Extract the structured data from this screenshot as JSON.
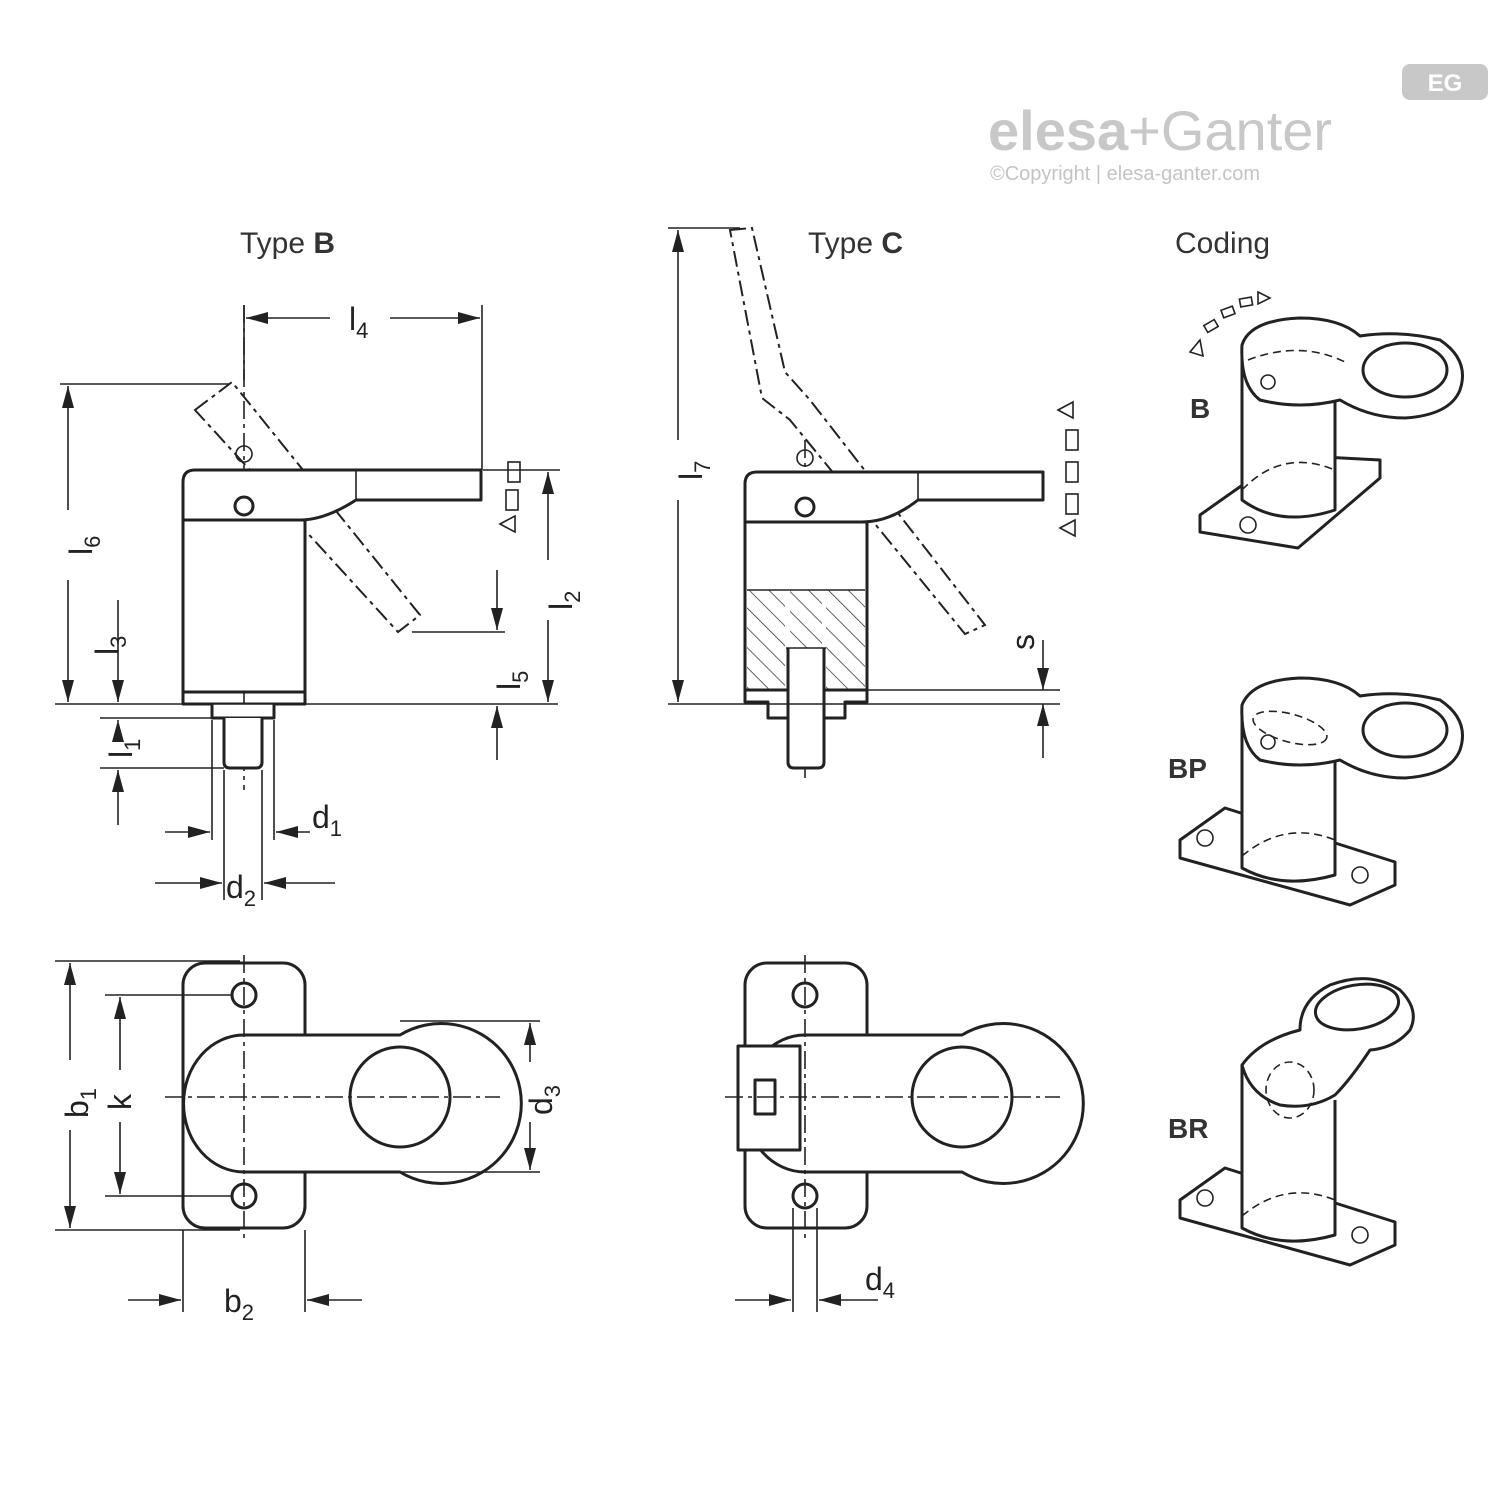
{
  "logo": {
    "brand_left": "elesa",
    "brand_plus": "+",
    "brand_right": "Ganter",
    "copyright": "©Copyright | elesa-ganter.com",
    "badge": "EG"
  },
  "headings": {
    "type_b_prefix": "Type ",
    "type_b_letter": "B",
    "type_c_prefix": "Type ",
    "type_c_letter": "C",
    "coding": "Coding"
  },
  "dimensions": {
    "l": "l",
    "l1_sub": "1",
    "l2_sub": "2",
    "l3_sub": "3",
    "l4_sub": "4",
    "l5_sub": "5",
    "l6_sub": "6",
    "l7_sub": "7",
    "d": "d",
    "d1_sub": "1",
    "d2_sub": "2",
    "d3_sub": "3",
    "d4_sub": "4",
    "b": "b",
    "b1_sub": "1",
    "b2_sub": "2",
    "k": "k",
    "s": "s"
  },
  "coding_labels": [
    "B",
    "BP",
    "BR"
  ],
  "colors": {
    "line": "#222222",
    "logo": "#c8c8c8",
    "heading": "#333333"
  }
}
